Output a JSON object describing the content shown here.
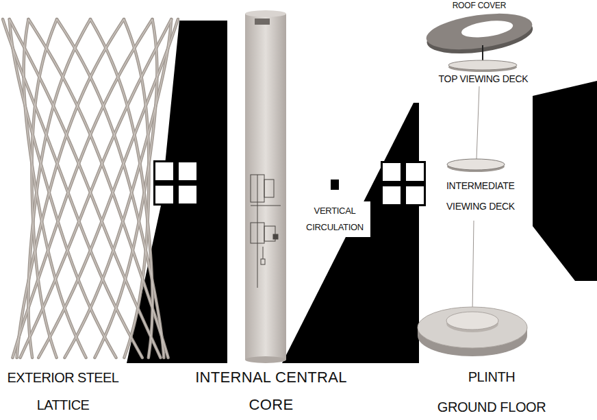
{
  "diagram": {
    "labels": [
      "ROOF COVER",
      "TOP VIEWING DECK",
      "INTERMEDIATE VIEWING DECK",
      "VERTICAL CIRCULATION",
      "EXTERIOR STEEL LATTICE",
      "INTERNAL CENTRAL CORE",
      "PLINTH",
      "GROUND FLOOR"
    ]
  }
}
